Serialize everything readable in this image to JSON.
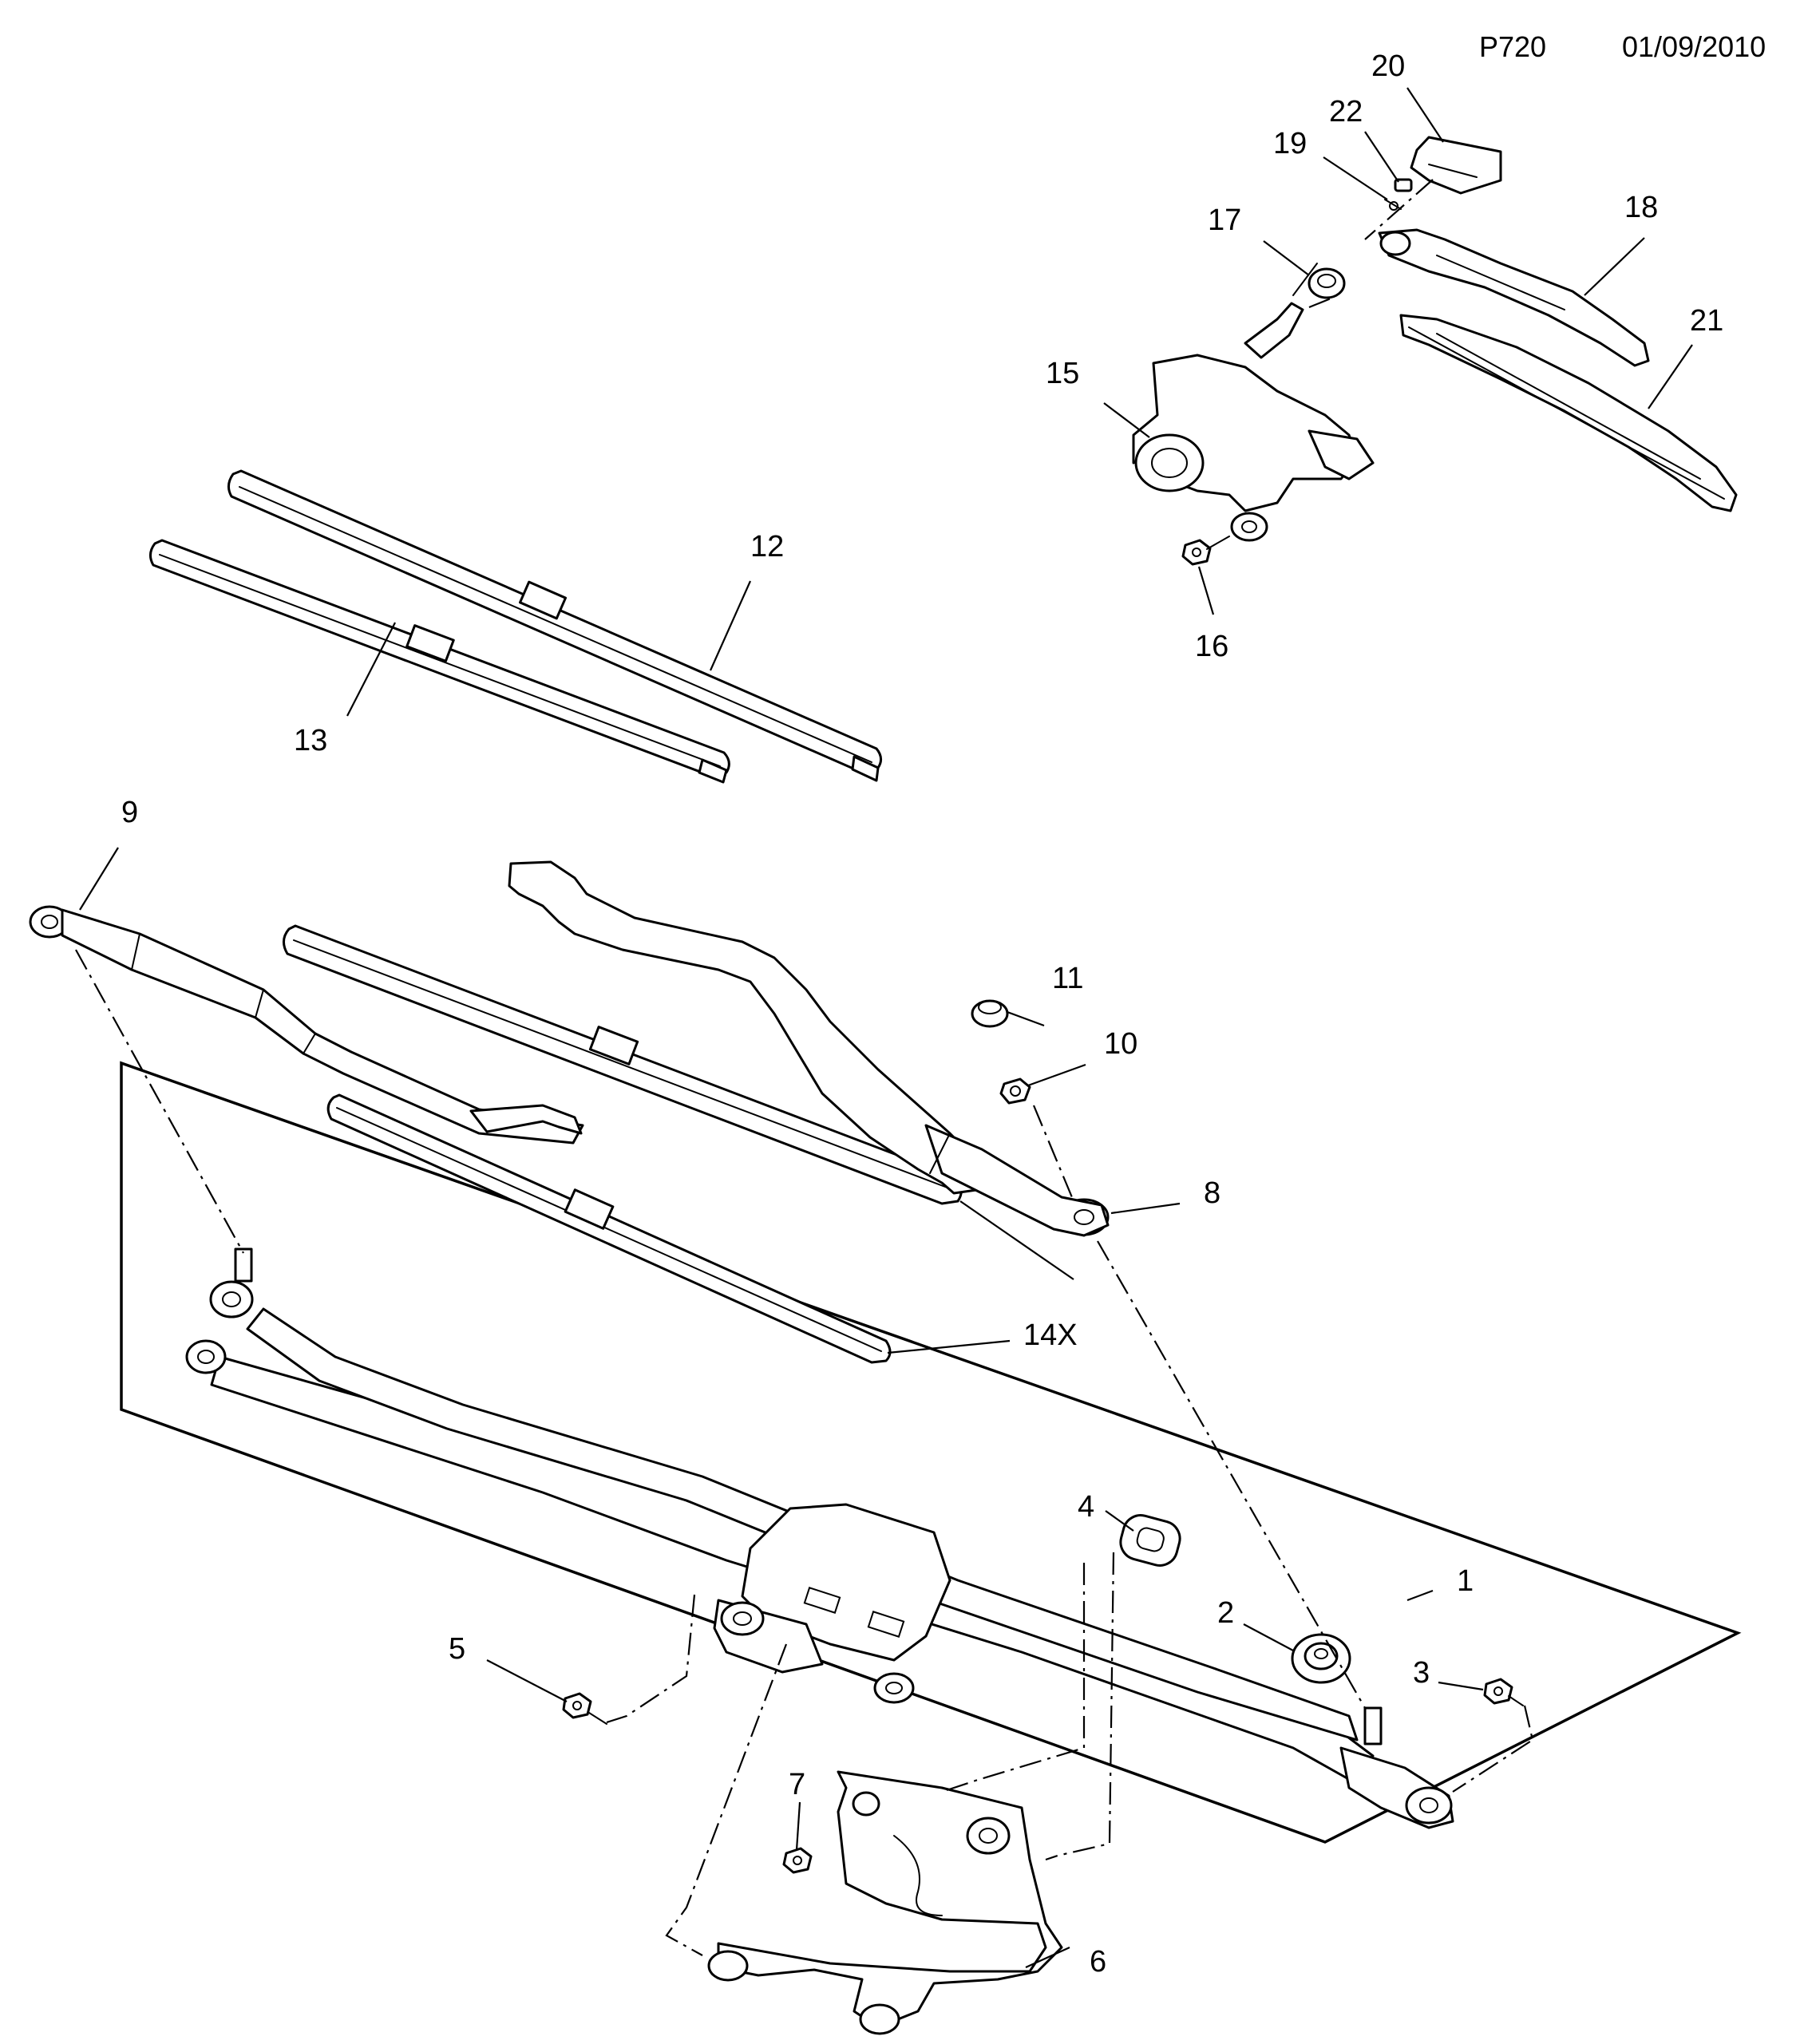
{
  "header": {
    "page_code": "P720",
    "date": "01/09/2010"
  },
  "callouts": {
    "c1": "1",
    "c2": "2",
    "c3": "3",
    "c4": "4",
    "c5": "5",
    "c6": "6",
    "c7": "7",
    "c8": "8",
    "c9": "9",
    "c10": "10",
    "c11": "11",
    "c12": "12",
    "c13": "13",
    "c14x": "14X",
    "c15": "15",
    "c16": "16",
    "c17": "17",
    "c18": "18",
    "c19": "19",
    "c20": "20",
    "c21": "21",
    "c22": "22"
  }
}
